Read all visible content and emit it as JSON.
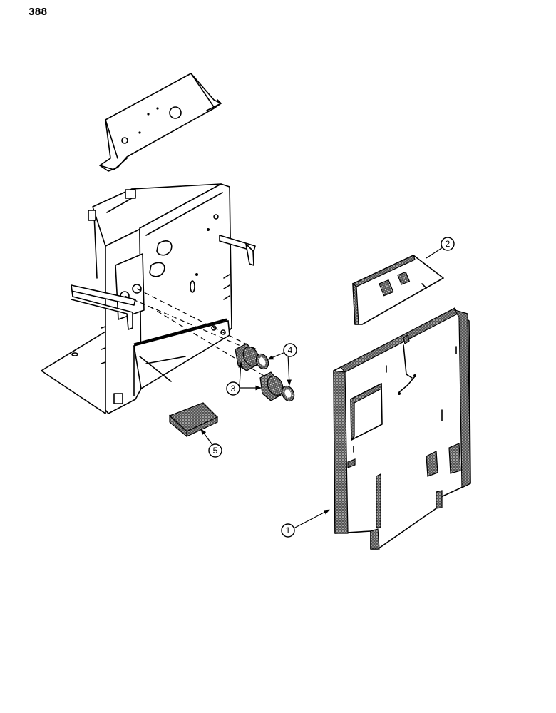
{
  "page": {
    "number": "388"
  },
  "callouts": {
    "c1": "1",
    "c2": "2",
    "c3": "3",
    "c4": "4",
    "c5": "5"
  }
}
